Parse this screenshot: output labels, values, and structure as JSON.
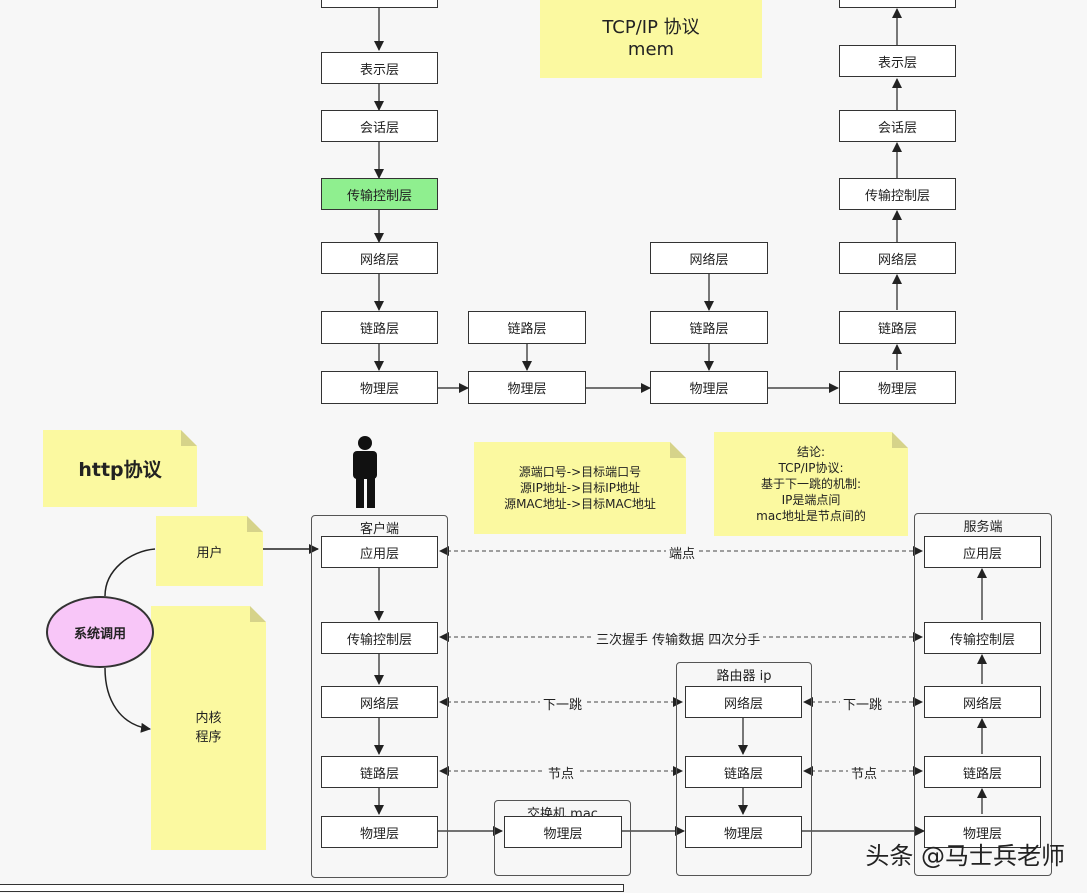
{
  "osi_top": {
    "sender": {
      "presentation": "表示层",
      "session": "会话层",
      "transport": "传输控制层",
      "network": "网络层",
      "link": "链路层",
      "physical": "物理层"
    },
    "hop1": {
      "link": "链路层",
      "physical": "物理层"
    },
    "hop2": {
      "network": "网络层",
      "link": "链路层",
      "physical": "物理层"
    },
    "receiver": {
      "presentation": "表示层",
      "session": "会话层",
      "transport": "传输控制层",
      "network": "网络层",
      "link": "链路层",
      "physical": "物理层"
    },
    "note_line1": "TCP/IP  协议",
    "note_line2": "mem"
  },
  "notes": {
    "http": "http协议",
    "user": "用户",
    "kernel_line1": "内核",
    "kernel_line2": "程序",
    "syscall": "系统调用",
    "addr_line1": "源端口号->目标端口号",
    "addr_line2": "源IP地址->目标IP地址",
    "addr_line3": "源MAC地址->目标MAC地址",
    "concl_line1": "结论:",
    "concl_line2": "TCP/IP协议:",
    "concl_line3": "基于下一跳的机制:",
    "concl_line4": "IP是端点间",
    "concl_line5": "mac地址是节点间的"
  },
  "network": {
    "client": {
      "title": "客户端",
      "app": "应用层",
      "transport": "传输控制层",
      "network": "网络层",
      "link": "链路层",
      "physical": "物理层"
    },
    "server": {
      "title": "服务端",
      "app": "应用层",
      "transport": "传输控制层",
      "network": "网络层",
      "link": "链路层",
      "physical": "物理层"
    },
    "router": {
      "title": "路由器  ip",
      "network": "网络层",
      "link": "链路层",
      "physical": "物理层"
    },
    "switch": {
      "title": "交换机  mac",
      "physical": "物理层"
    },
    "labels": {
      "endpoint": "端点",
      "handshake": "三次握手 传输数据 四次分手",
      "next_hop_left": "下一跳",
      "next_hop_right": "下一跳",
      "node_left": "节点",
      "node_right": "节点"
    }
  },
  "watermark": "头条 @马士兵老师",
  "colors": {
    "sticky": "#fbf9a0",
    "highlight_layer": "#8fef8f",
    "syscall_fill": "#f8c6f8",
    "background": "#f7f7f7"
  }
}
